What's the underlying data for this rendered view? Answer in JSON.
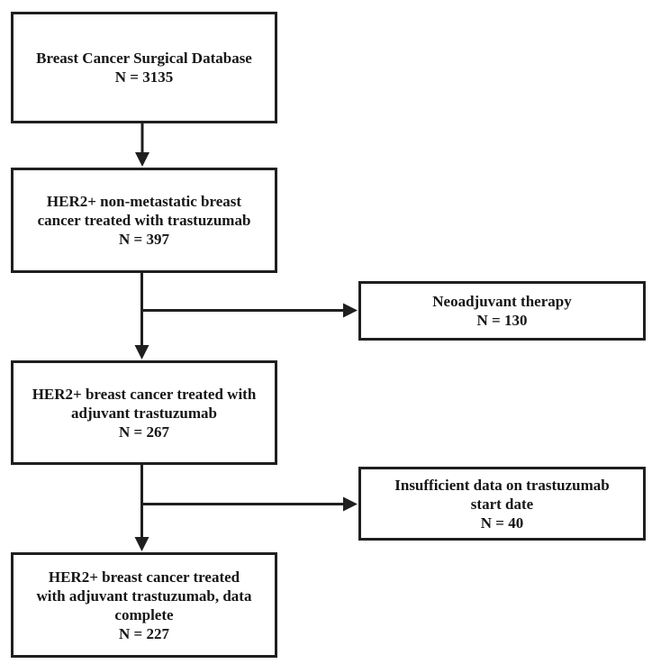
{
  "colors": {
    "line": "#1f1f1f",
    "box_border": "#1f1f1f",
    "background": "#ffffff",
    "text": "#161616"
  },
  "flow": {
    "type": "flowchart",
    "nodes": [
      {
        "id": "source",
        "label": "Breast Cancer Surgical Database",
        "count": "N = 3135",
        "n": 3135
      },
      {
        "id": "her2-nonmetastatic",
        "label": "HER2+ non-metastatic breast\ncancer treated with trastuzumab",
        "count": "N = 397",
        "n": 397
      },
      {
        "id": "neoadjuvant-excluded",
        "label": "Neoadjuvant therapy",
        "count": "N = 130",
        "n": 130
      },
      {
        "id": "her2-adjuvant",
        "label": "HER2+ breast cancer treated with\nadjuvant trastuzumab",
        "count": "N = 267",
        "n": 267
      },
      {
        "id": "insufficient-data-excluded",
        "label": "Insufficient data on trastuzumab\nstart date",
        "count": "N = 40",
        "n": 40
      },
      {
        "id": "her2-adjuvant-complete",
        "label": "HER2+ breast cancer treated\nwith adjuvant trastuzumab, data\ncomplete",
        "count": "N = 227",
        "n": 227
      }
    ],
    "edges": [
      {
        "from": "source",
        "to": "her2-nonmetastatic",
        "direction": "down"
      },
      {
        "from": "her2-nonmetastatic",
        "to": "her2-adjuvant",
        "direction": "down"
      },
      {
        "from": "her2-nonmetastatic",
        "to": "neoadjuvant-excluded",
        "direction": "right"
      },
      {
        "from": "her2-adjuvant",
        "to": "her2-adjuvant-complete",
        "direction": "down"
      },
      {
        "from": "her2-adjuvant",
        "to": "insufficient-data-excluded",
        "direction": "right"
      }
    ]
  }
}
